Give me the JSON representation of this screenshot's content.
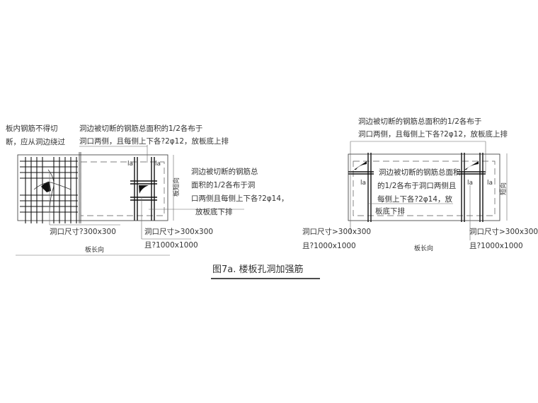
{
  "title": "图7a. 楼板孔洞加强筋",
  "left_detail": {
    "note_mesh": [
      "板内钢筋不得切",
      "断，应从洞边绕过"
    ],
    "note_top": [
      "洞边被切断的钢筋总面积的1/2各布于",
      "洞口两侧，且每侧上下各?2φ12，放板底上排"
    ],
    "note_right": [
      "洞边被切断的钢筋总",
      "面积的1/2各布于洞",
      "口两侧且每侧上下各?2φ14，",
      "放板底下排"
    ],
    "hole_small": "洞口尺寸?300x300",
    "hole_large": [
      "洞口尺寸>300x300",
      "且?1000x1000"
    ],
    "long_dir": "板长向",
    "short_dir": "板短向",
    "la": "la"
  },
  "right_detail": {
    "note_top": [
      "洞边被切断的钢筋总面积的1/2各布于",
      "洞口两侧，且每侧上下各?2φ12，放板底上排"
    ],
    "note_inner": [
      "洞边被切断的钢筋总面积",
      "的1/2各布于洞口两侧且",
      "每侧上下各?2φ14，放",
      "板底下排"
    ],
    "hole_left": [
      "洞口尺寸>300x300",
      "且?1000x1000"
    ],
    "hole_right": [
      "洞口尺寸>300x300",
      "且?1000x1000"
    ],
    "long_dir": "板长向",
    "short_dir": "短向",
    "la": "la"
  }
}
